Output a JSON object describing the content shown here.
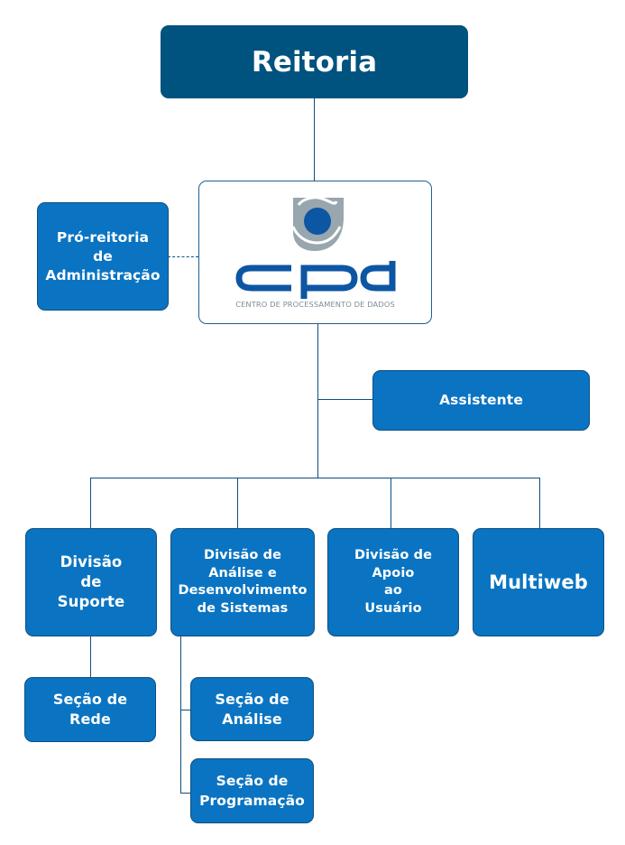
{
  "title": "Reitoria",
  "center": {
    "logo_name": "cpd",
    "logo_subtitle": "CENTRO DE PROCESSAMENTO DE DADOS",
    "colors": {
      "primary": "#0d56a3",
      "secondary": "#98a6ae"
    }
  },
  "side_unit": {
    "label": "Pró-reitoria\nde\nAdministração",
    "link": "dashed"
  },
  "assistant": {
    "label": "Assistente"
  },
  "divisions": [
    {
      "label": "Divisão\nde\nSuporte"
    },
    {
      "label": "Divisão de\nAnálise e\nDesenvolvimento\nde Sistemas"
    },
    {
      "label": "Divisão de\nApoio\nao\nUsuário"
    },
    {
      "label": "Multiweb"
    }
  ],
  "sections": {
    "suporte": [
      {
        "label": "Seção de\nRede"
      }
    ],
    "desenvolvimento": [
      {
        "label": "Seção de\nAnálise"
      },
      {
        "label": "Seção de\nProgramação"
      }
    ]
  },
  "colors": {
    "top": "#00527f",
    "unit": "#0a74c2",
    "line": "#0d4f80"
  }
}
